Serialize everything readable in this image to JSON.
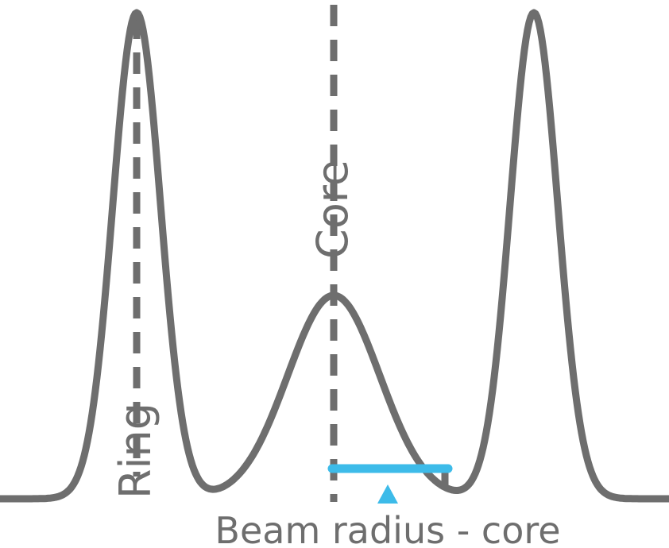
{
  "labels": {
    "ring": "Ring",
    "core": "Core",
    "beam_radius": "Beam radius - core"
  },
  "colors": {
    "curve": "#6e6e6e",
    "guide": "#6e6e6e",
    "radius_bar": "#3dbbe9",
    "marker": "#3dbbe9",
    "text": "#6e6e6e",
    "background": "#ffffff"
  }
}
